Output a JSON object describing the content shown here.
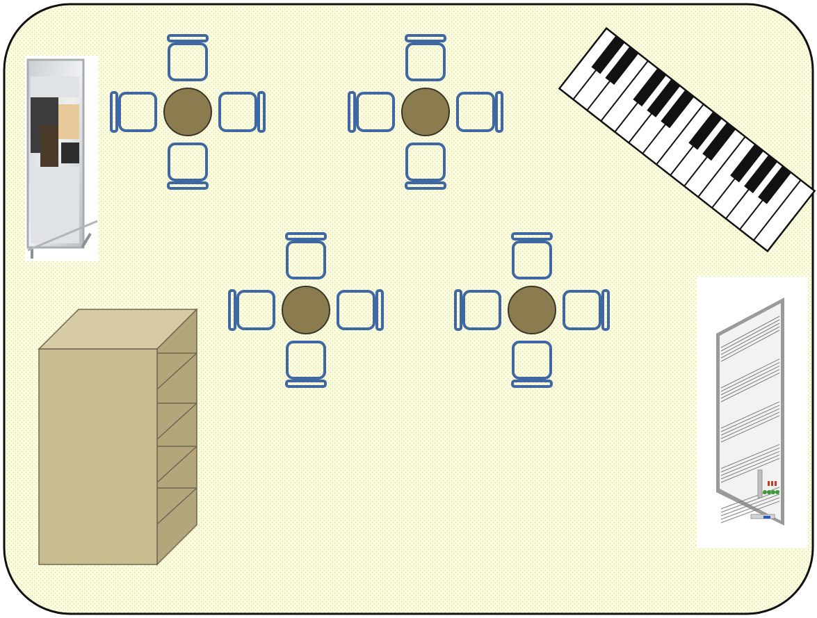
{
  "colors": {
    "floor": "#fdfde0",
    "floor_dots": "#d8dfa8",
    "outline": "#111111",
    "chair": "#3f67a2",
    "table": "#8b7c4f",
    "table_stroke": "#3a3526",
    "cabinet_front": "#c8bd91",
    "cabinet_top": "#d6cba3",
    "cabinet_side": "#b3a67a",
    "cabinet_stroke": "#6e6650",
    "piano_white": "#ffffff",
    "piano_black": "#111111",
    "whiteboard_frame": "#9a9a9a",
    "whiteboard_surface": "#f2f2f2",
    "staff_line": "#7d7d7d"
  },
  "diagram": {
    "items": [
      {
        "kind": "mirror",
        "icon": "mirror-photo-icon"
      },
      {
        "kind": "seating-group",
        "count": 4,
        "chairs_per_table": 4,
        "icon": "table-with-chairs-icon"
      },
      {
        "kind": "piano-keyboard",
        "icon": "piano-keyboard-icon"
      },
      {
        "kind": "cabinet",
        "shelves": 5,
        "icon": "shelf-cabinet-icon"
      },
      {
        "kind": "music-whiteboard",
        "icon": "staff-whiteboard-icon"
      }
    ]
  }
}
